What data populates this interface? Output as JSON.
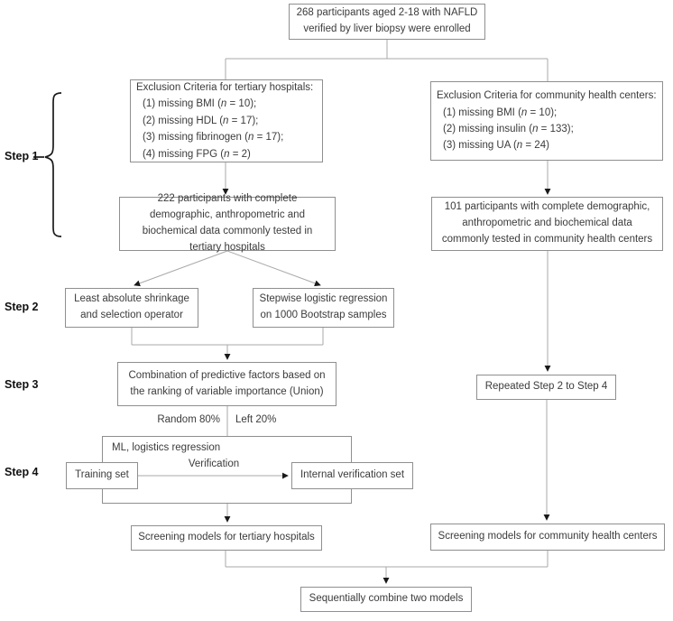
{
  "diagram": {
    "step_labels": [
      "Step 1",
      "Step 2",
      "Step 3",
      "Step 4"
    ],
    "enrolled": "268 participants aged 2-18 with NAFLD verified by liver biopsy were enrolled",
    "exclusion_tertiary": {
      "title": "Exclusion Criteria for tertiary hospitals:",
      "items": [
        "(1) missing BMI (n = 10);",
        "(2) missing HDL (n = 17);",
        "(3) missing fibrinogen (n = 17);",
        "(4) missing FPG (n = 2)"
      ]
    },
    "exclusion_community": {
      "title": "Exclusion Criteria for community health centers:",
      "items": [
        "(1) missing BMI (n = 10);",
        "(2) missing insulin (n = 133);",
        "(3) missing UA (n = 24)"
      ]
    },
    "participants_tertiary": "222 participants with complete demographic, anthropometric and biochemical data commonly tested in tertiary hospitals",
    "participants_community": "101 participants with complete demographic, anthropometric and biochemical data commonly tested in community health centers",
    "lasso": "Least absolute shrinkage and selection operator",
    "stepwise": "Stepwise logistic regression on 1000 Bootstrap samples",
    "combination": "Combination of predictive factors based on the ranking of variable importance (Union)",
    "random_label": "Random 80%",
    "left_label": "Left 20%",
    "ml_label": "ML, logistics regression",
    "training": "Training set",
    "verification_label": "Verification",
    "internal": "Internal verification set",
    "repeated": "Repeated Step 2 to Step 4",
    "screening_tertiary": "Screening models for tertiary hospitals",
    "screening_community": "Screening models for community health centers",
    "combine": "Sequentially combine two models",
    "colors": {
      "box_border": "#8f8f8f",
      "connector": "#a9a9a9",
      "arrowhead": "#1a1a1a",
      "text": "#3b3b3b"
    }
  }
}
